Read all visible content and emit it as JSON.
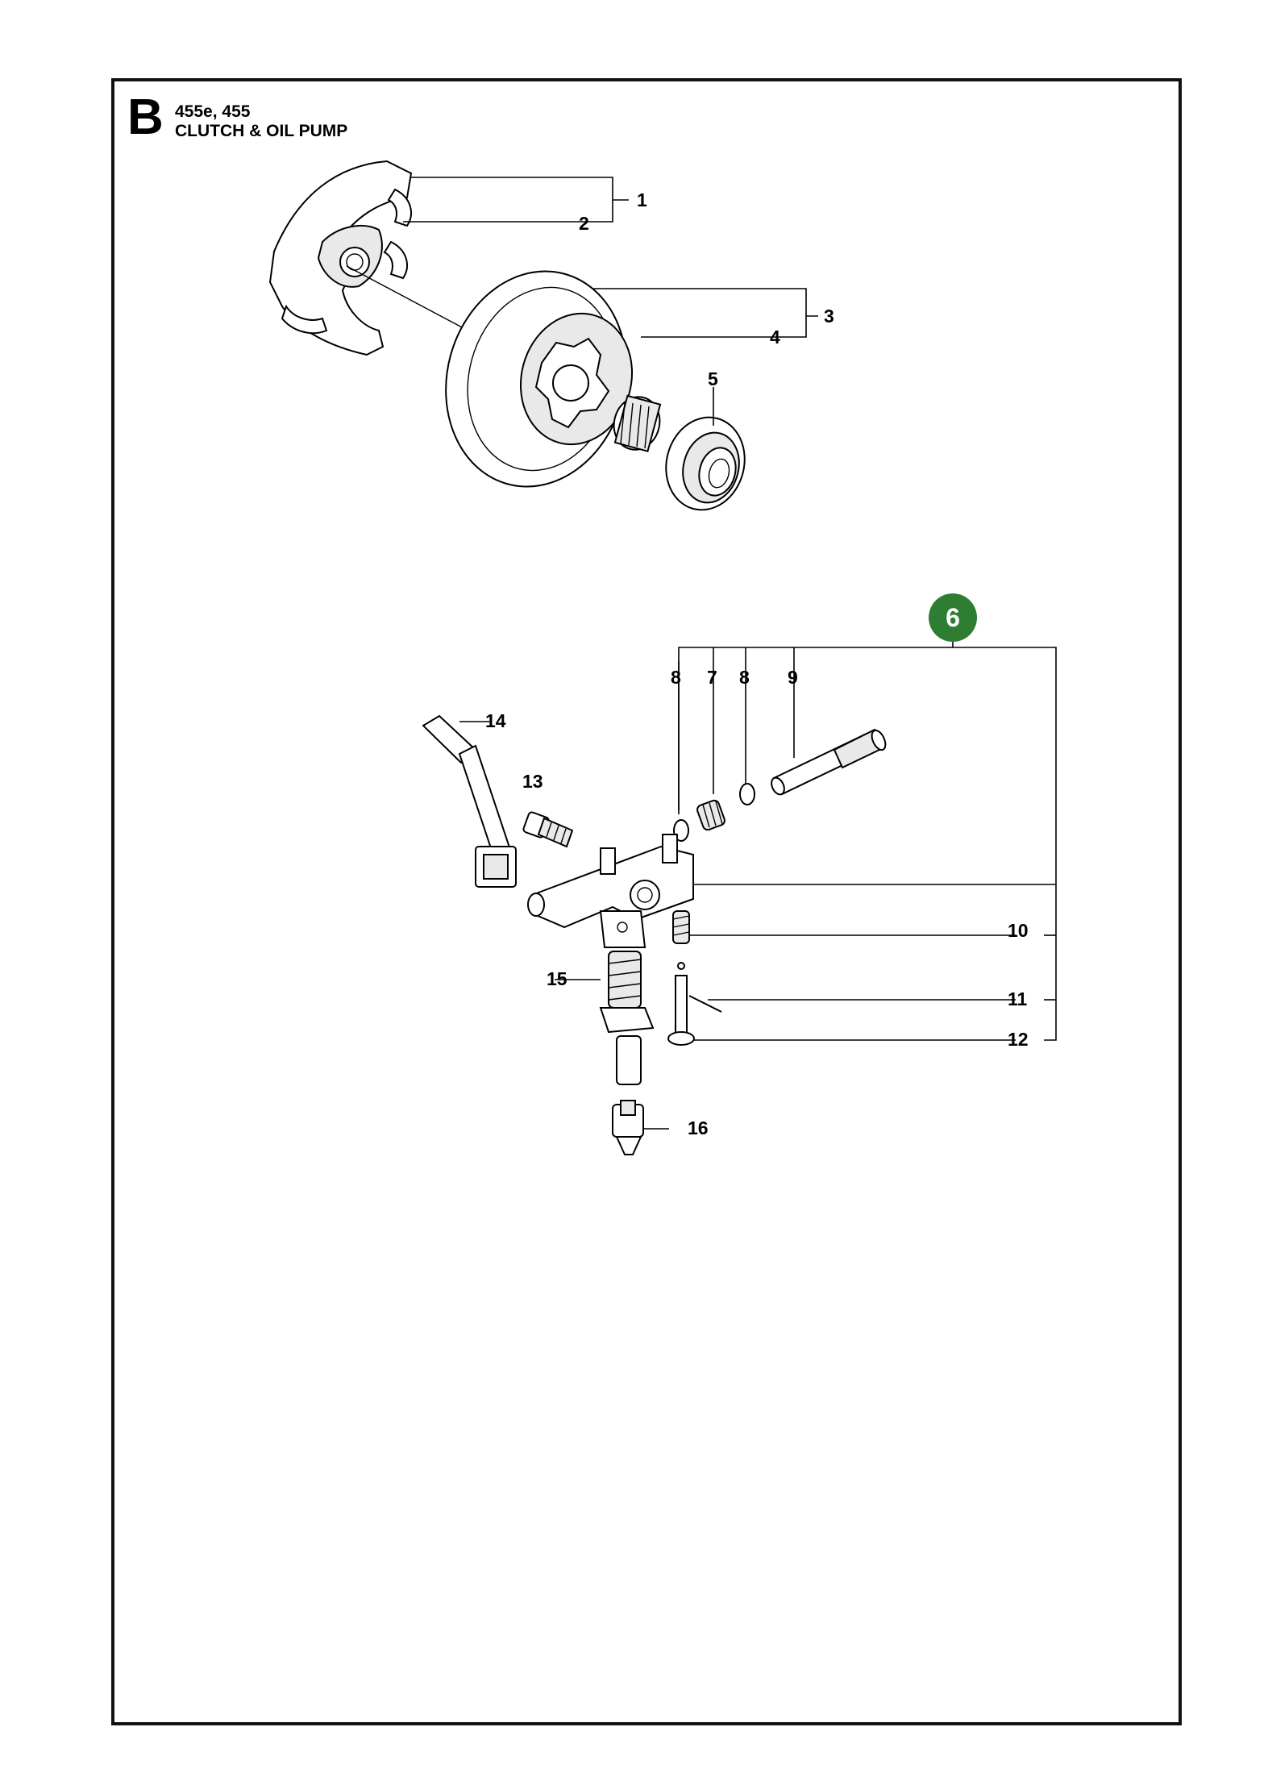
{
  "header": {
    "section_letter": "B",
    "model": "455e, 455",
    "title": "CLUTCH & OIL PUMP"
  },
  "callouts": {
    "p1": "1",
    "p2": "2",
    "p3": "3",
    "p4": "4",
    "p5": "5",
    "p6": "6",
    "p7": "7",
    "p8a": "8",
    "p8b": "8",
    "p9": "9",
    "p10": "10",
    "p11": "11",
    "p12": "12",
    "p13": "13",
    "p14": "14",
    "p15": "15",
    "p16": "16"
  },
  "colors": {
    "assembly_badge": "#2e7d32",
    "line": "#000000"
  }
}
